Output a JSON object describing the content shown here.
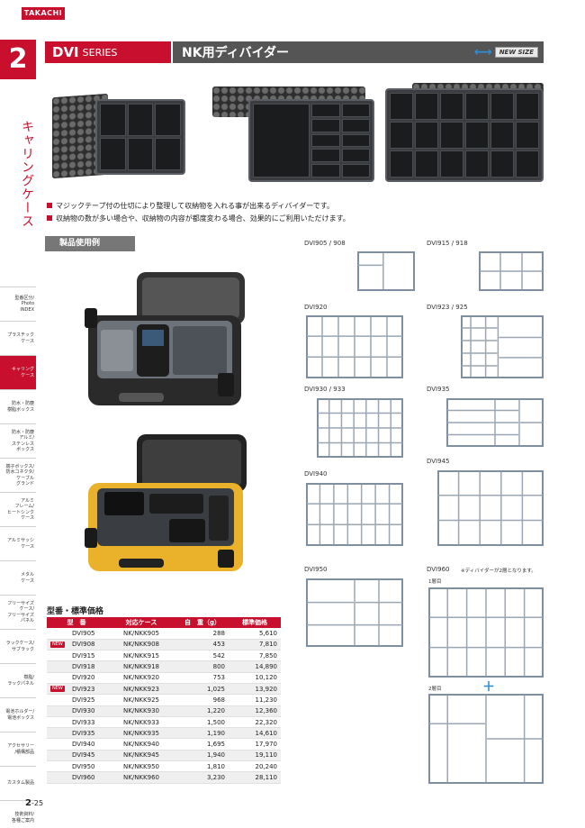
{
  "brand": "TAKACHI",
  "chapter": {
    "number": "2",
    "title": "キャリングケース"
  },
  "sidebar": [
    {
      "label": "型番区分/\nPhoto\nINDEX",
      "active": false
    },
    {
      "label": "プラスチック\nケース",
      "active": false
    },
    {
      "label": "キャリング\nケース",
      "active": true
    },
    {
      "label": "防水・防塵\n樹脂ボックス",
      "active": false
    },
    {
      "label": "防水・防塵\nアルミ/\nステンレス\nボックス",
      "active": false
    },
    {
      "label": "端子ボックス/\n防水コネクタ/\nケーブル\nグランド",
      "active": false
    },
    {
      "label": "アルミ\nフレーム/\nヒートシンク\nケース",
      "active": false
    },
    {
      "label": "アルミサッシ\nケース",
      "active": false
    },
    {
      "label": "メタル\nケース",
      "active": false
    },
    {
      "label": "フリーサイズ\nケース/\nフリーサイズ\nパネル",
      "active": false
    },
    {
      "label": "ラックケース/\nサブラック",
      "active": false
    },
    {
      "label": "樹脂/\nラックパネル",
      "active": false
    },
    {
      "label": "電池ホルダー/\n電池ボックス",
      "active": false
    },
    {
      "label": "アクセサリー\n/積構部品",
      "active": false
    },
    {
      "label": "カスタム製品",
      "active": false
    },
    {
      "label": "技術資料/\n各種ご案内",
      "active": false
    }
  ],
  "header": {
    "series_main": "DVI",
    "series_sub": "SERIES",
    "title": "NK用ディバイダー",
    "badge": "NEW SIZE",
    "badge_color": "#2a8fd8"
  },
  "bullets": [
    "マジックテープ付の仕切により整理して収納物を入れる事が出来るディバイダーです。",
    "収納物の数が多い場合や、収納物の内容が都度変わる場合、効果的にご利用いただけます。"
  ],
  "example_label": "製品使用例",
  "table": {
    "title": "型番・標準価格",
    "headers": [
      "型　番",
      "対応ケース",
      "自　重（g）",
      "標準価格"
    ],
    "new_tag": "NEW",
    "rows": [
      {
        "model": "DVI905",
        "case": "NK/NKK905",
        "weight": "288",
        "price": "5,610",
        "new": false
      },
      {
        "model": "DVI908",
        "case": "NK/NKK908",
        "weight": "453",
        "price": "7,810",
        "new": true
      },
      {
        "model": "DVI915",
        "case": "NK/NKK915",
        "weight": "542",
        "price": "7,850",
        "new": false
      },
      {
        "model": "DVI918",
        "case": "NK/NKK918",
        "weight": "800",
        "price": "14,890",
        "new": false
      },
      {
        "model": "DVI920",
        "case": "NK/NKK920",
        "weight": "753",
        "price": "10,120",
        "new": false
      },
      {
        "model": "DVI923",
        "case": "NK/NKK923",
        "weight": "1,025",
        "price": "13,920",
        "new": true
      },
      {
        "model": "DVI925",
        "case": "NK/NKK925",
        "weight": "968",
        "price": "11,230",
        "new": false
      },
      {
        "model": "DVI930",
        "case": "NK/NKK930",
        "weight": "1,220",
        "price": "12,360",
        "new": false
      },
      {
        "model": "DVI933",
        "case": "NK/NKK933",
        "weight": "1,500",
        "price": "22,320",
        "new": false
      },
      {
        "model": "DVI935",
        "case": "NK/NKK935",
        "weight": "1,190",
        "price": "14,610",
        "new": false
      },
      {
        "model": "DVI940",
        "case": "NK/NKK940",
        "weight": "1,695",
        "price": "17,970",
        "new": false
      },
      {
        "model": "DVI945",
        "case": "NK/NKK945",
        "weight": "1,940",
        "price": "19,110",
        "new": false
      },
      {
        "model": "DVI950",
        "case": "NK/NKK950",
        "weight": "1,810",
        "price": "20,240",
        "new": false
      },
      {
        "model": "DVI960",
        "case": "NK/NKK960",
        "weight": "3,230",
        "price": "28,110",
        "new": false
      }
    ]
  },
  "diagrams": {
    "d905": "DVI905 / 908",
    "d915": "DVI915 / 918",
    "d920": "DVI920",
    "d923": "DVI923 / 925",
    "d930": "DVI930 / 933",
    "d935": "DVI935",
    "d940": "DVI940",
    "d945": "DVI945",
    "d950": "DVI950",
    "d960": "DVI960",
    "d960_note": "※ディバイダーが2層となります。",
    "layer1": "1層目",
    "layer2": "2層目"
  },
  "page": {
    "section": "2",
    "number": "25"
  }
}
